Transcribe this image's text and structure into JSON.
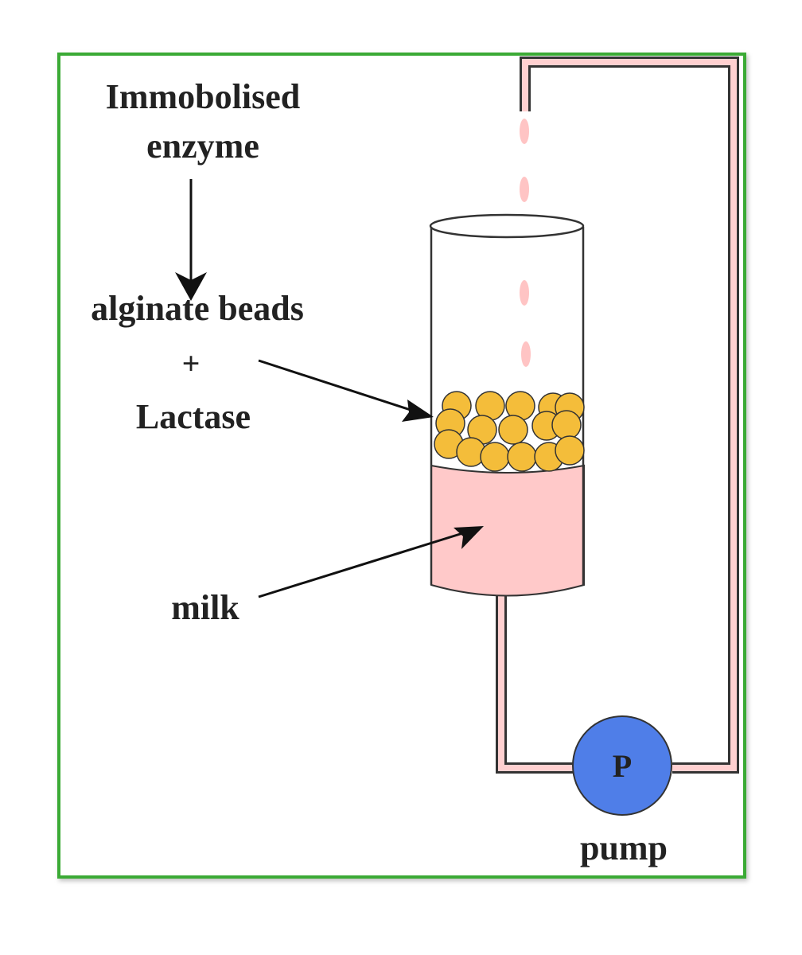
{
  "labels": {
    "immobilised_line1": "Immobolised",
    "immobilised_line2": "enzyme",
    "alginate": "alginate beads",
    "plus": "+",
    "lactase": "Lactase",
    "milk": "milk",
    "pump_symbol": "P",
    "pump": "pump"
  },
  "colors": {
    "frame": "#3aaa35",
    "milk": "#ffc9c9",
    "tube_outline": "#333333",
    "beads": "#f4bd3a",
    "pump": "#4f7ee8",
    "drip": "#ffc4c4"
  }
}
